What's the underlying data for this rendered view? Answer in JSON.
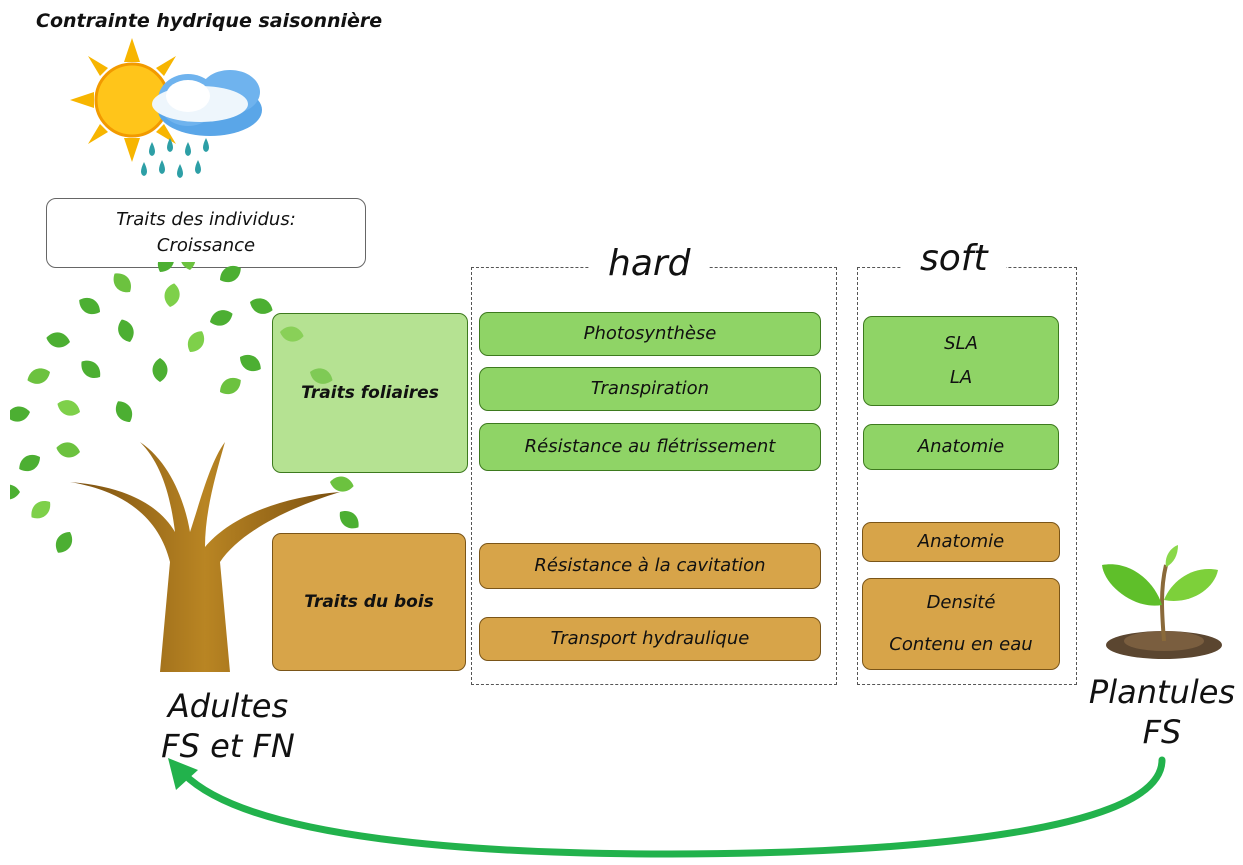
{
  "title": "Contrainte hydrique saisonnière",
  "individual_traits": {
    "line1": "Traits des individus:",
    "line2": "Croissance"
  },
  "sections": {
    "hard": "hard",
    "soft": "soft"
  },
  "trait_groups": {
    "leaf": "Traits foliaires",
    "wood": "Traits du bois"
  },
  "hard_leaf": [
    "Photosynthèse",
    "Transpiration",
    "Résistance au flétrissement"
  ],
  "hard_wood": [
    "Résistance à la cavitation",
    "Transport hydraulique"
  ],
  "soft_leaf": {
    "sla": "SLA",
    "la": "LA",
    "anatomie": "Anatomie"
  },
  "soft_wood": {
    "anatomie": "Anatomie",
    "densite": "Densité",
    "contenu": "Contenu en eau"
  },
  "adults": {
    "line1": "Adultes",
    "line2": "FS et FN"
  },
  "seedlings": {
    "line1": "Plantules",
    "line2": "FS"
  },
  "colors": {
    "green": "#8fd466",
    "brown": "#d7a449",
    "arrow": "#22b24c",
    "trunk": "#a6751c"
  }
}
